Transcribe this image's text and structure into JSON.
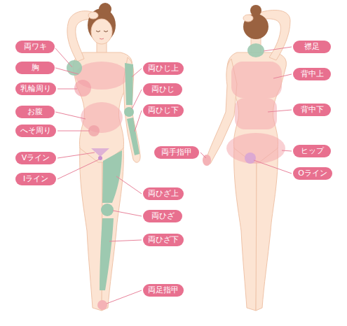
{
  "diagram": {
    "nodes": [
      {
        "text": [
          "両ワキ"
        ]
      },
      {
        "text": [
          "胸"
        ]
      },
      {
        "text": [
          "乳輪周り"
        ]
      },
      {
        "text": [
          "お腹"
        ]
      },
      {
        "text": [
          "へそ周り"
        ]
      },
      {
        "text": [
          "Vライン"
        ]
      },
      {
        "text": [
          "Iライン"
        ]
      },
      {
        "text": [
          "両ひじ上"
        ]
      },
      {
        "text": [
          "両ひじ"
        ]
      },
      {
        "text": [
          "両ひじ下"
        ]
      },
      {
        "text": [
          "両手指甲"
        ]
      },
      {
        "text": [
          "両ひざ上"
        ]
      },
      {
        "text": [
          "両ひざ"
        ]
      },
      {
        "text": [
          "両ひざ下"
        ]
      },
      {
        "text": [
          "両足指甲"
        ]
      },
      {
        "text": [
          "襟足"
        ]
      },
      {
        "text": [
          "背中上"
        ]
      },
      {
        "text": [
          "背中下"
        ]
      },
      {
        "text": [
          "ヒップ"
        ]
      },
      {
        "text": [
          "Oライン"
        ]
      }
    ]
  }
}
